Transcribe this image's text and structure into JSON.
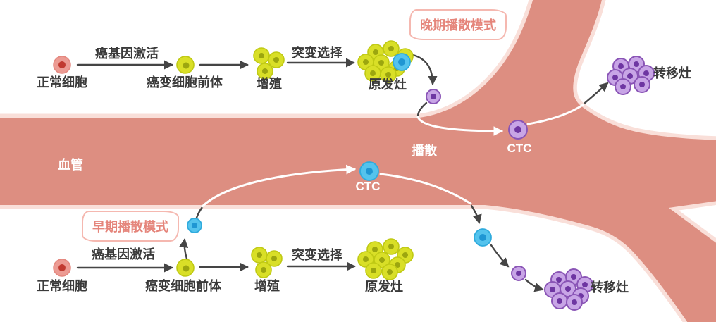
{
  "colors": {
    "vessel_fill": "#DD8E81",
    "vessel_border": "#F9DFD9",
    "banner_border": "#F5B8B0",
    "banner_text": "#E5857B",
    "label_text": "#3A3A3A",
    "arrow_dark": "#454545",
    "cell_red": "#EC9B93",
    "cell_red_edge": "#E4877E",
    "cell_red_nucleus": "#C13A30",
    "cell_yellow": "#D9DF27",
    "cell_yellow_edge": "#BFC914",
    "cell_yellow_nucleus": "#9CA60F",
    "cell_blue": "#54C3ED",
    "cell_blue_edge": "#2FABDD",
    "cell_blue_nucleus": "#1F96D3",
    "cell_purple": "#C8A5E6",
    "cell_purple_edge": "#8A55B6",
    "cell_purple_nucleus": "#6E36A2"
  },
  "labels": {
    "normal_cell": "正常细胞",
    "oncogene_activation": "癌基因激活",
    "precancer_precursor": "癌变细胞前体",
    "proliferation": "增殖",
    "mutation_selection": "突变选择",
    "primary_lesion": "原发灶",
    "metastasis": "转移灶",
    "vessel": "血管",
    "dissemination": "播散",
    "ctc": "CTC",
    "late_mode_banner": "晚期播散模式",
    "early_mode_banner": "早期播散模式"
  }
}
